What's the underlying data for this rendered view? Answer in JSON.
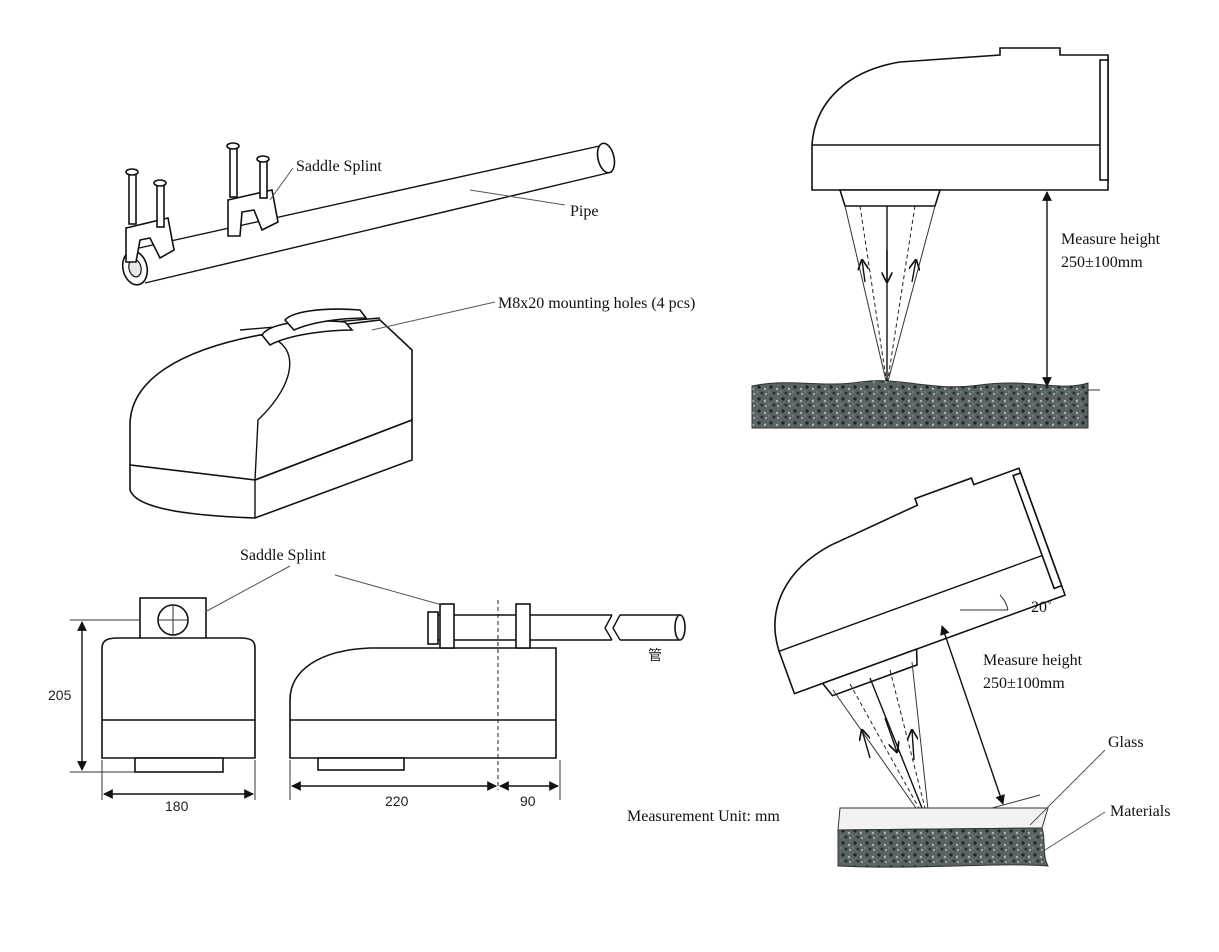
{
  "labels": {
    "saddle_splint_top": "Saddle Splint",
    "pipe": "Pipe",
    "mounting_holes": "M8x20 mounting holes (4 pcs)",
    "saddle_splint_front": "Saddle Splint",
    "measure_height_1": "Measure height",
    "measure_height_1_value": "250±100mm",
    "measure_height_2": "Measure height",
    "measure_height_2_value": "250±100mm",
    "angle": "20˚",
    "glass": "Glass",
    "materials": "Materials",
    "unit_note": "Measurement Unit: mm",
    "pipe_cn": "管"
  },
  "dimensions": {
    "height": "205",
    "width": "180",
    "length": "220",
    "offset": "90"
  }
}
